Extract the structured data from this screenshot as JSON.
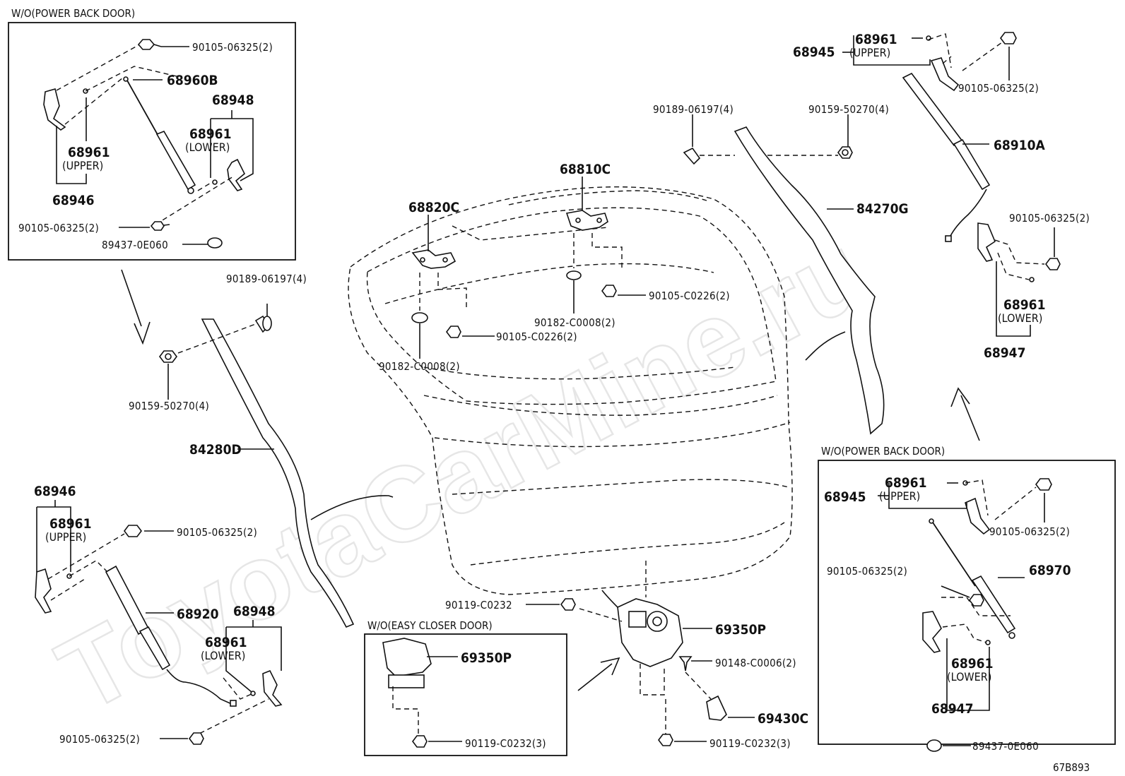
{
  "watermark": "ToyotaCarMine.ru",
  "diagram_code": "67B893",
  "groups": {
    "wo_power_back_door_left": "W/O(POWER BACK DOOR)",
    "wo_power_back_door_right": "W/O(POWER BACK DOOR)",
    "wo_easy_closer_door": "W/O(EASY CLOSER DOOR)"
  },
  "labels": {
    "p_90105_06325_a": "90105-06325(2)",
    "p_68960B": "68960B",
    "p_68948_a": "68948",
    "p_68961_a": "68961",
    "p_lower_a": "(LOWER)",
    "p_68961_b": "68961",
    "p_upper_b": "(UPPER)",
    "p_68946_a": "68946",
    "p_90105_06325_b": "90105-06325(2)",
    "p_89437_0E060_a": "89437-0E060",
    "p_90189_06197_a": "90189-06197(4)",
    "p_90159_50270_a": "90159-50270(4)",
    "p_84280D": "84280D",
    "p_68946_b": "68946",
    "p_68961_c": "68961",
    "p_upper_c": "(UPPER)",
    "p_90105_06325_c": "90105-06325(2)",
    "p_68920": "68920",
    "p_68948_b": "68948",
    "p_68961_d": "68961",
    "p_lower_d": "(LOWER)",
    "p_90105_06325_d": "90105-06325(2)",
    "p_68820C": "68820C",
    "p_68810C": "68810C",
    "p_90105_C0226_a": "90105-C0226(2)",
    "p_90182_C0008_a": "90182-C0008(2)",
    "p_90105_C0226_b": "90105-C0226(2)",
    "p_90182_C0008_b": "90182-C0008(2)",
    "p_90119_C0232_a": "90119-C0232",
    "p_69350P_a": "69350P",
    "p_90148_C0006": "90148-C0006(2)",
    "p_69430C": "69430C",
    "p_90119_C0232_b": "90119-C0232(3)",
    "p_69350P_b": "69350P",
    "p_90119_C0232_c": "90119-C0232(3)",
    "p_90189_06197_b": "90189-06197(4)",
    "p_90159_50270_b": "90159-50270(4)",
    "p_84270G": "84270G",
    "p_68945_a": "68945",
    "p_68961_e": "68961",
    "p_upper_e": "(UPPER)",
    "p_90105_06325_e": "90105-06325(2)",
    "p_68910A": "68910A",
    "p_90105_06325_f": "90105-06325(2)",
    "p_68961_f": "68961",
    "p_lower_f": "(LOWER)",
    "p_68947_a": "68947",
    "p_68945_b": "68945",
    "p_68961_g": "68961",
    "p_upper_g": "(UPPER)",
    "p_90105_06325_g": "90105-06325(2)",
    "p_90105_06325_h": "90105-06325(2)",
    "p_68970": "68970",
    "p_68961_h": "68961",
    "p_lower_h": "(LOWER)",
    "p_68947_b": "68947",
    "p_89437_0E060_b": "89437-0E060"
  }
}
